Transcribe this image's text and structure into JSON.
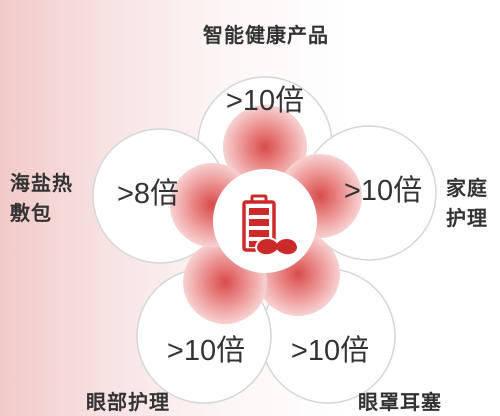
{
  "diagram": {
    "center_icon": "battery-with-sleep-mask-icon",
    "petals": [
      {
        "id": "top",
        "value": ">10倍",
        "category": "智能健康产品"
      },
      {
        "id": "right",
        "value": ">10倍",
        "category": "家庭护理"
      },
      {
        "id": "bottom-right",
        "value": ">10倍",
        "category": "眼罩耳塞"
      },
      {
        "id": "bottom-left",
        "value": ">10倍",
        "category": "眼部护理"
      },
      {
        "id": "left",
        "value": ">8倍",
        "category": "海盐热敷包"
      }
    ],
    "colors": {
      "petal_gradient_inner": "#d94b4b",
      "petal_gradient_outer": "#f7d2d2",
      "outline": "#d6d6d6",
      "icon": "#cc2a2a",
      "text": "#333333"
    }
  }
}
